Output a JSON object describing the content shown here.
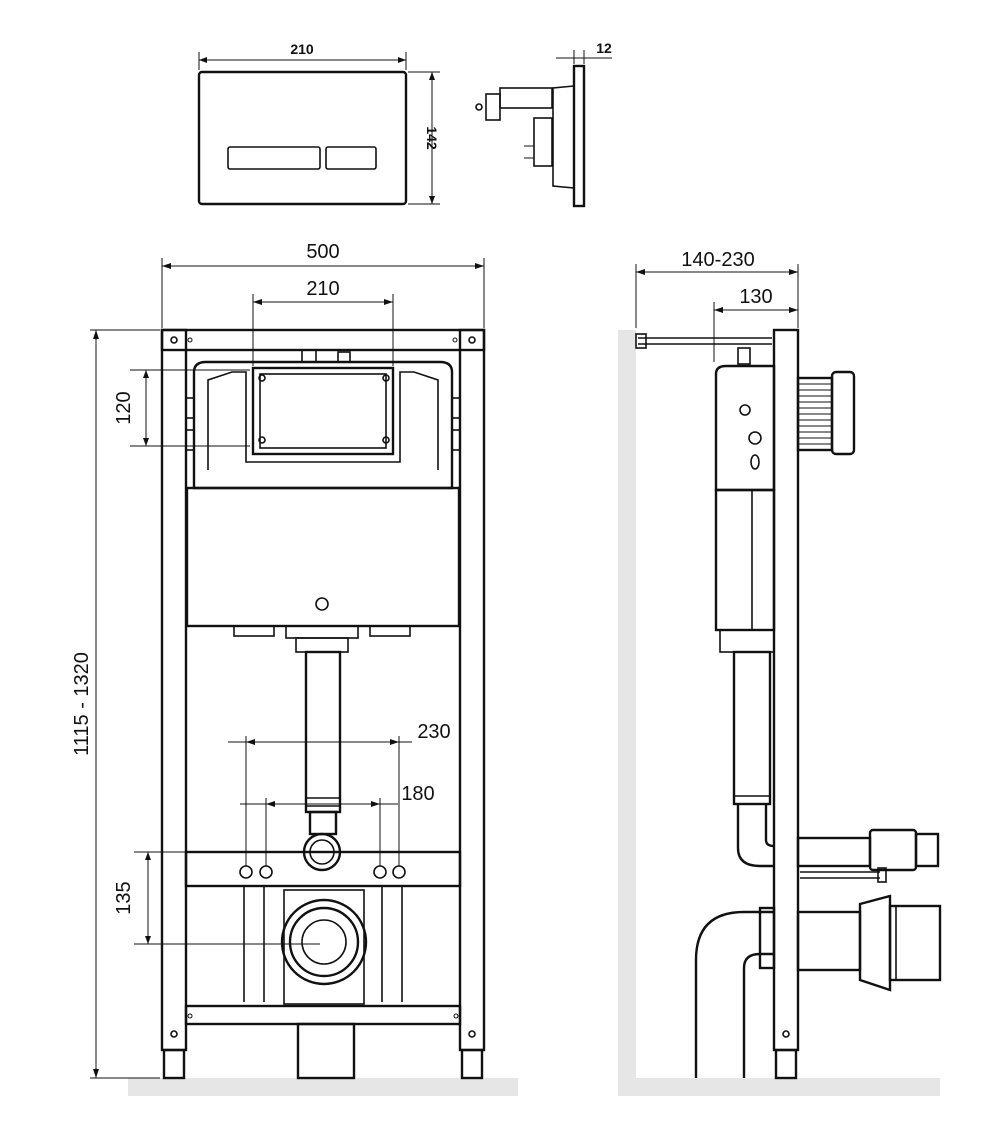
{
  "flush_plate": {
    "width": "210",
    "height": "142",
    "side_depth": "12"
  },
  "front_view": {
    "frame_width": "500",
    "cistern_opening_width": "210",
    "cistern_opening_height": "120",
    "frame_height": "1115 - 1320",
    "bolt_spacing_outer": "230",
    "bolt_spacing_inner": "180",
    "drain_height": "135"
  },
  "side_view": {
    "depth_range": "140-230",
    "depth_fixed": "130"
  },
  "colors": {
    "line": "#111111",
    "floor_wall": "#e6e6e6",
    "cistern_fill": "#f7f7f7"
  }
}
